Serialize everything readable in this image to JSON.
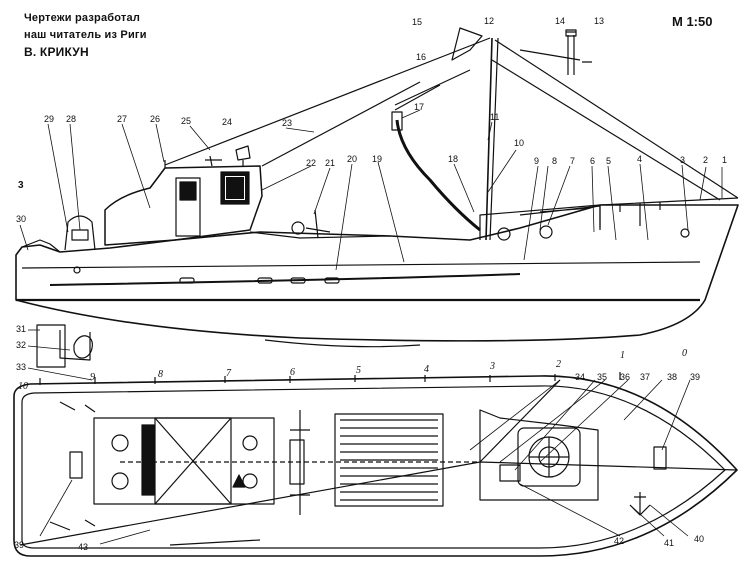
{
  "credit": {
    "line1": "Чертежи разработал",
    "line2": "наш читатель из Риги",
    "line3": "В. КРИКУН"
  },
  "scale": "М 1:50",
  "side_callouts": [
    "1",
    "2",
    "3",
    "4",
    "5",
    "6",
    "7",
    "8",
    "9",
    "10",
    "11",
    "12",
    "13",
    "14",
    "15",
    "16",
    "17",
    "18",
    "19",
    "20",
    "21",
    "22",
    "23",
    "24",
    "25",
    "26",
    "27",
    "28",
    "29",
    "30",
    "31",
    "32",
    "33",
    "3"
  ],
  "top_callouts": [
    "34",
    "35",
    "36",
    "37",
    "38",
    "39",
    "40",
    "41",
    "42",
    "43",
    "39"
  ],
  "station_marks": [
    "10",
    "9",
    "8",
    "7",
    "6",
    "5",
    "4",
    "3",
    "2",
    "1",
    "0"
  ],
  "colors": {
    "ink": "#111111",
    "paper": "#ffffff"
  }
}
